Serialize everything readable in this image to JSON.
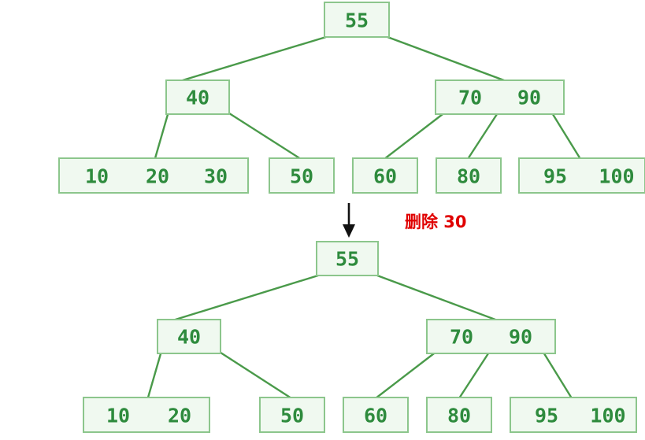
{
  "diagram": {
    "title": "B+ tree deletion illustration",
    "colors": {
      "node_fill": "#f0f9f0",
      "node_border": "#8cc68c",
      "key_text": "#2e8b3d",
      "edge": "#4a9a4a",
      "annotation": "#e00000",
      "arrow": "#111111",
      "background": "#ffffff"
    },
    "annotation": {
      "label": "删除 30",
      "arrow_icon": "down-arrow-icon"
    },
    "before": {
      "caption": "before-deletion-tree",
      "root": {
        "keys": [
          "55"
        ]
      },
      "internal": [
        {
          "keys": [
            "40"
          ]
        },
        {
          "keys": [
            "70",
            "90"
          ]
        }
      ],
      "leaves": [
        {
          "keys": [
            "10",
            "20",
            "30"
          ]
        },
        {
          "keys": [
            "50"
          ]
        },
        {
          "keys": [
            "60"
          ]
        },
        {
          "keys": [
            "80"
          ]
        },
        {
          "keys": [
            "95",
            "100"
          ]
        }
      ]
    },
    "after": {
      "caption": "after-deletion-tree",
      "root": {
        "keys": [
          "55"
        ]
      },
      "internal": [
        {
          "keys": [
            "40"
          ]
        },
        {
          "keys": [
            "70",
            "90"
          ]
        }
      ],
      "leaves": [
        {
          "keys": [
            "10",
            "20"
          ]
        },
        {
          "keys": [
            "50"
          ]
        },
        {
          "keys": [
            "60"
          ]
        },
        {
          "keys": [
            "80"
          ]
        },
        {
          "keys": [
            "95",
            "100"
          ]
        }
      ]
    }
  }
}
